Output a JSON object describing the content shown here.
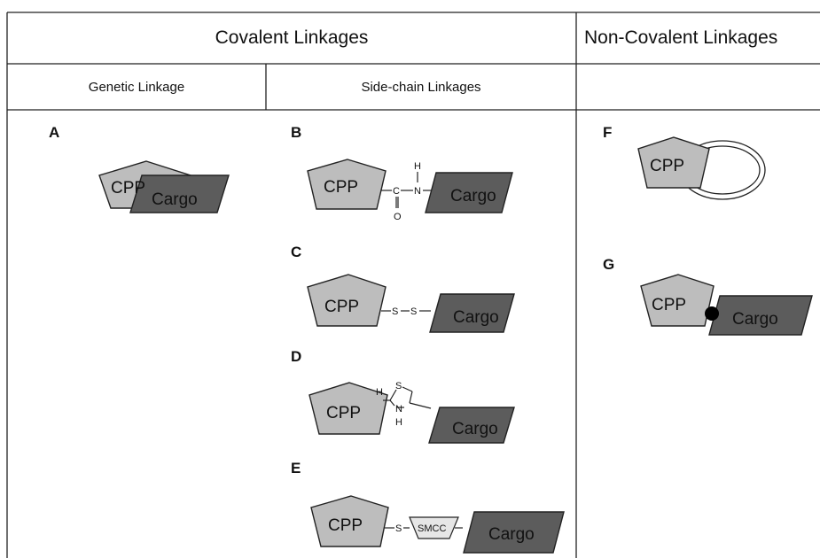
{
  "header": {
    "covalent": "Covalent Linkages",
    "noncovalent": "Non-Covalent Linkages",
    "genetic": "Genetic Linkage",
    "sidechain": "Side-chain Linkages"
  },
  "labels": {
    "cpp": "CPP",
    "cargo": "Cargo"
  },
  "panels": {
    "A": {
      "letter": "A"
    },
    "B": {
      "letter": "B",
      "atoms": [
        "C",
        "O",
        "N",
        "H"
      ]
    },
    "C": {
      "letter": "C",
      "atoms": [
        "S",
        "S"
      ]
    },
    "D": {
      "letter": "D",
      "atoms": [
        "H",
        "S",
        "N",
        "H"
      ]
    },
    "E": {
      "letter": "E",
      "atoms": [
        "S"
      ],
      "linker": "SMCC"
    },
    "F": {
      "letter": "F"
    },
    "G": {
      "letter": "G"
    }
  },
  "colors": {
    "cpp_fill": "#bdbdbd",
    "cargo_fill": "#5c5c5c",
    "smcc_fill": "#e6e6e6",
    "line": "#222222",
    "background": "#ffffff"
  }
}
